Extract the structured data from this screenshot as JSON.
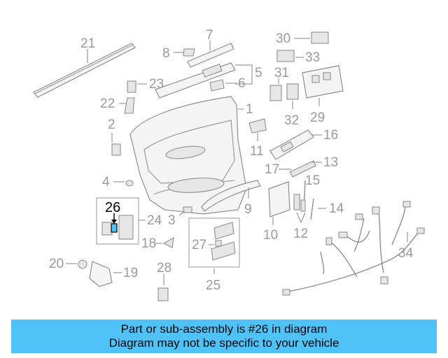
{
  "callouts": {
    "c1": "1",
    "c2": "2",
    "c3": "3",
    "c4": "4",
    "c5": "5",
    "c6": "6",
    "c7": "7",
    "c8": "8",
    "c9": "9",
    "c10": "10",
    "c11": "11",
    "c12": "12",
    "c13": "13",
    "c14": "14",
    "c15": "15",
    "c16": "16",
    "c17": "17",
    "c18": "18",
    "c19": "19",
    "c20": "20",
    "c21": "21",
    "c22": "22",
    "c23": "23",
    "c24": "24",
    "c25": "25",
    "c26": "26",
    "c27": "27",
    "c28": "28",
    "c29": "29",
    "c30": "30",
    "c31": "31",
    "c32": "32",
    "c33": "33",
    "c34": "34"
  },
  "highlight": {
    "part": "26",
    "color": "#4fc3f7"
  },
  "caption": {
    "line1": "Part or sub-assembly is #26 in diagram",
    "line2": "Diagram may not be specific to your vehicle"
  }
}
